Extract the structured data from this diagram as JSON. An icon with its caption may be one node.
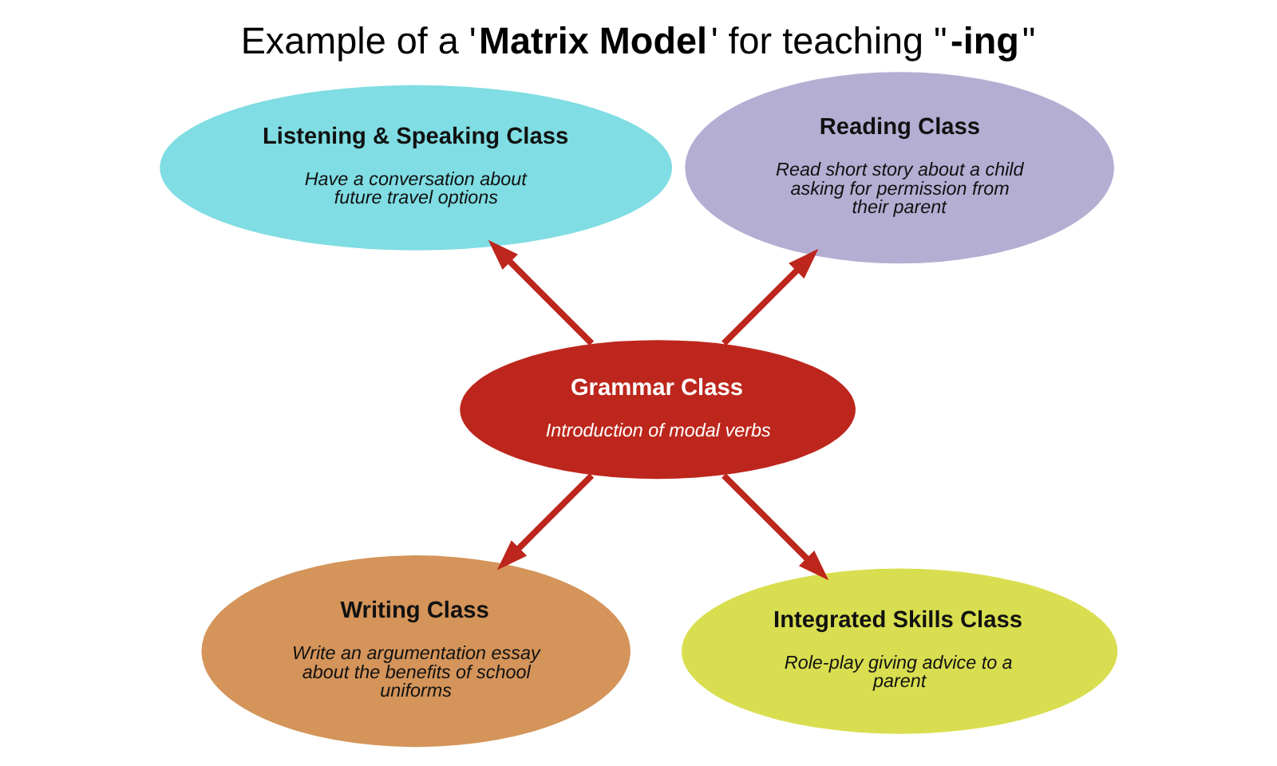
{
  "diagram": {
    "title": "Example of a '**Matrix Model**' for teaching \"**-ing**\"",
    "nodes": [
      {
        "text": [
          "Listening & Speaking Class",
          "Have a conversation about future travel options"
        ]
      },
      {
        "text": [
          "Reading Class",
          "Read short story about a child asking for permission from their parent"
        ]
      },
      {
        "text": [
          "Grammar Class",
          "Introduction of modal verbs"
        ]
      },
      {
        "text": [
          "Writing Class",
          "Write an argumentation essay about the benefits of school uniforms"
        ]
      },
      {
        "text": [
          "Integrated Skills Class",
          "Role-play giving advice to a parent"
        ]
      }
    ],
    "edges": [
      {
        "from": 2,
        "to": 0,
        "arrow": "to"
      },
      {
        "from": 2,
        "to": 1,
        "arrow": "to"
      },
      {
        "from": 2,
        "to": 3,
        "arrow": "to"
      },
      {
        "from": 2,
        "to": 4,
        "arrow": "to"
      }
    ]
  }
}
